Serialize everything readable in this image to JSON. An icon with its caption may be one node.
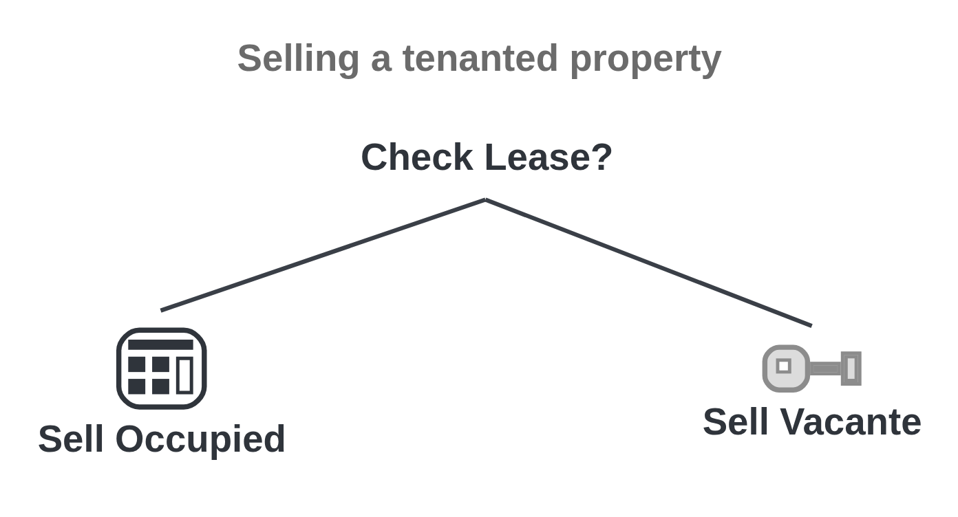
{
  "diagram": {
    "title": "Selling a tenanted property",
    "nodes": [
      {
        "text": [
          "Check Lease?"
        ]
      },
      {
        "text": [
          "Sell Occupied"
        ]
      },
      {
        "text": [
          "Sell Vacante"
        ]
      }
    ],
    "edges": [
      {
        "from": 0,
        "to": 1,
        "arrow": "none"
      },
      {
        "from": 0,
        "to": 2,
        "arrow": "none"
      }
    ]
  }
}
